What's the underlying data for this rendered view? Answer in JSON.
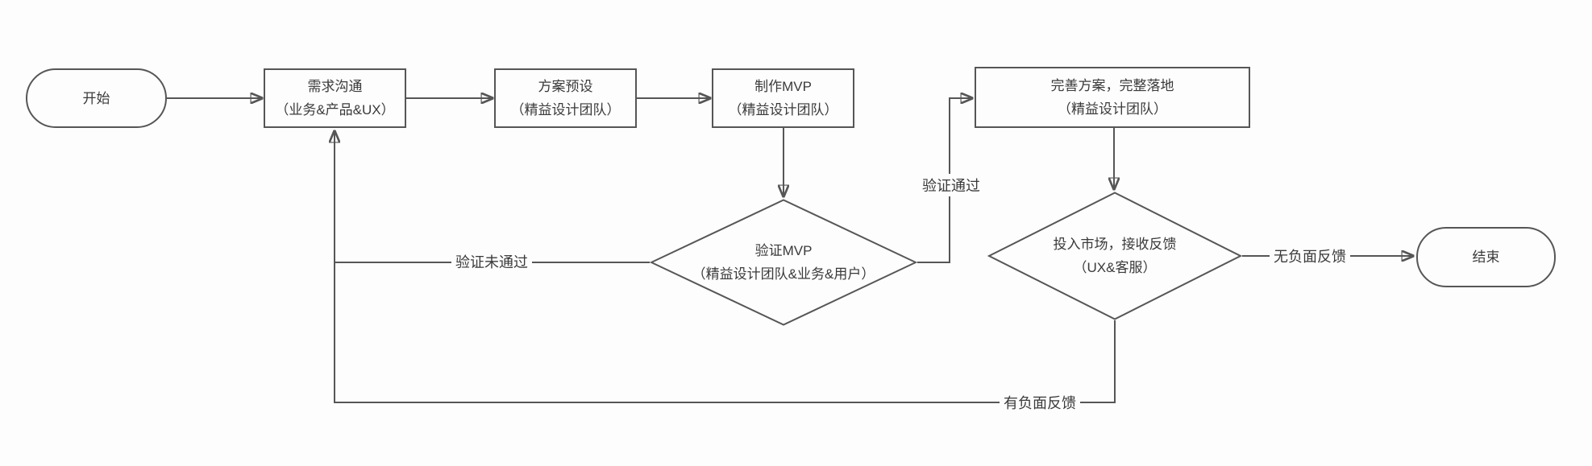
{
  "diagram": {
    "type": "flowchart",
    "colors": {
      "stroke": "#565656",
      "text": "#3a3a3a",
      "background": "#fdfdfd"
    },
    "nodes": {
      "start": {
        "shape": "terminator",
        "label": "开始"
      },
      "requirement": {
        "shape": "process",
        "title": "需求沟通",
        "team": "（业务&产品&UX）"
      },
      "proposal": {
        "shape": "process",
        "title": "方案预设",
        "team": "（精益设计团队）"
      },
      "mvp": {
        "shape": "process",
        "title": "制作MVP",
        "team": "（精益设计团队）"
      },
      "validate": {
        "shape": "decision",
        "title": "验证MVP",
        "team": "（精益设计团队&业务&用户）"
      },
      "refine": {
        "shape": "process",
        "title": "完善方案，完整落地",
        "team": "（精益设计团队）"
      },
      "launch": {
        "shape": "decision",
        "title": "投入市场，接收反馈",
        "team": "（UX&客服）"
      },
      "end": {
        "shape": "terminator",
        "label": "结束"
      }
    },
    "edges": {
      "pass_label": "验证通过",
      "fail_label": "验证未通过",
      "no_negative_label": "无负面反馈",
      "negative_label": "有负面反馈"
    }
  }
}
